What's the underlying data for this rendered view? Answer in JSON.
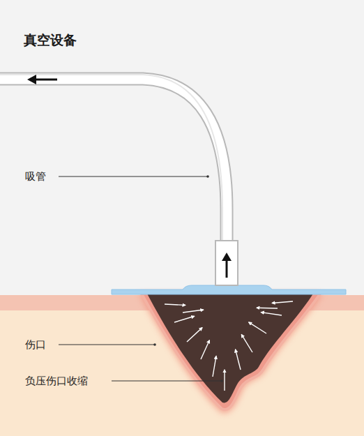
{
  "diagram": {
    "title": "真空设备",
    "labels": [
      "吸管",
      "伤口",
      "负压伤口收缩"
    ]
  }
}
